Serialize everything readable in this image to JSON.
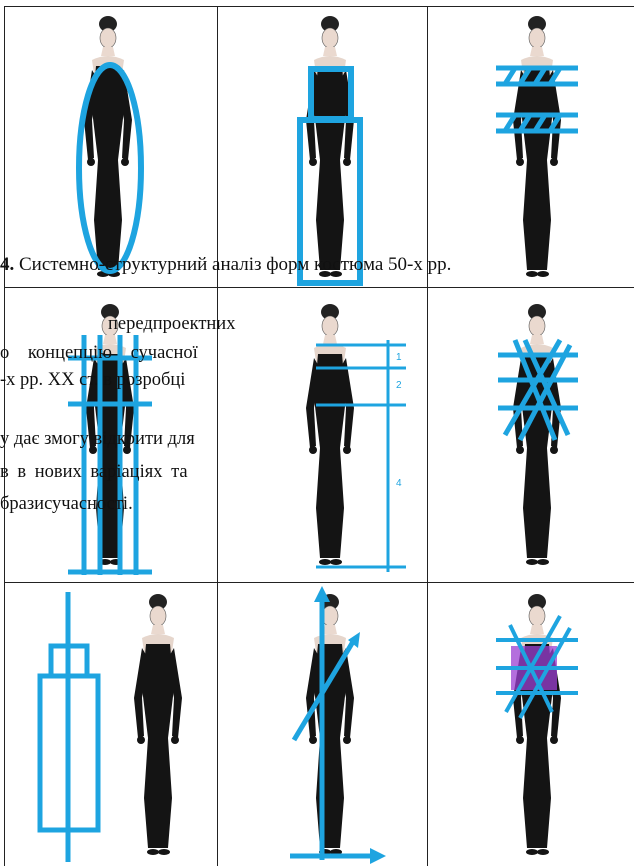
{
  "caption": {
    "number": "4.",
    "text": "Системно-структурний аналіз форм костюма 50-х рр."
  },
  "paragraph_lines": [
    "передпроектних",
    "о концепцію сучасної",
    "-х рр. XX ст. в розробці",
    "у дає змогу відкрити для",
    "в в нових варіаціях та",
    "бразисучасності."
  ],
  "diagram_labels": [
    "1",
    "2",
    "4"
  ],
  "colors": {
    "accent_blue": "#1ea4e0",
    "purple": "#9b3fd1",
    "figure": "#141414",
    "skin": "#e9ddd4"
  }
}
